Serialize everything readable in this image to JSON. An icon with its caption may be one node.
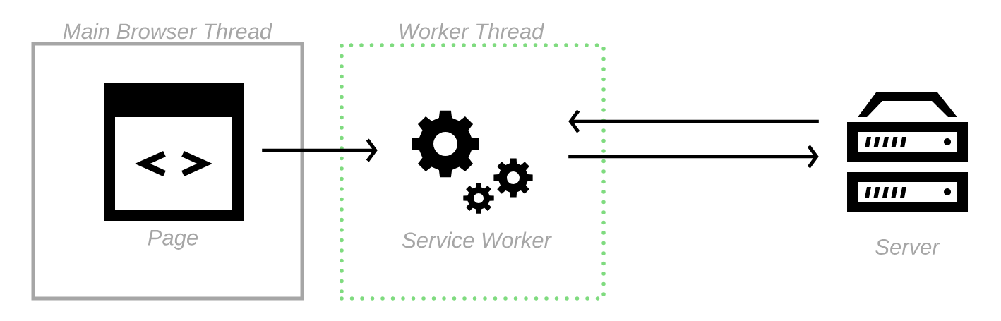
{
  "diagram": {
    "nodes": [
      {
        "text": [
          "Main Browser Thread"
        ]
      },
      {
        "text": [
          "Page"
        ],
        "in": 0
      },
      {
        "text": [
          "Worker Thread"
        ]
      },
      {
        "text": [
          "Service Worker"
        ],
        "in": 2
      },
      {
        "text": [
          "Server"
        ]
      }
    ],
    "edges": [
      {
        "from": 1,
        "to": 3,
        "arrow": "to"
      },
      {
        "from": 4,
        "to": 3,
        "arrow": "to"
      },
      {
        "from": 3,
        "to": 4,
        "arrow": "to"
      }
    ]
  }
}
